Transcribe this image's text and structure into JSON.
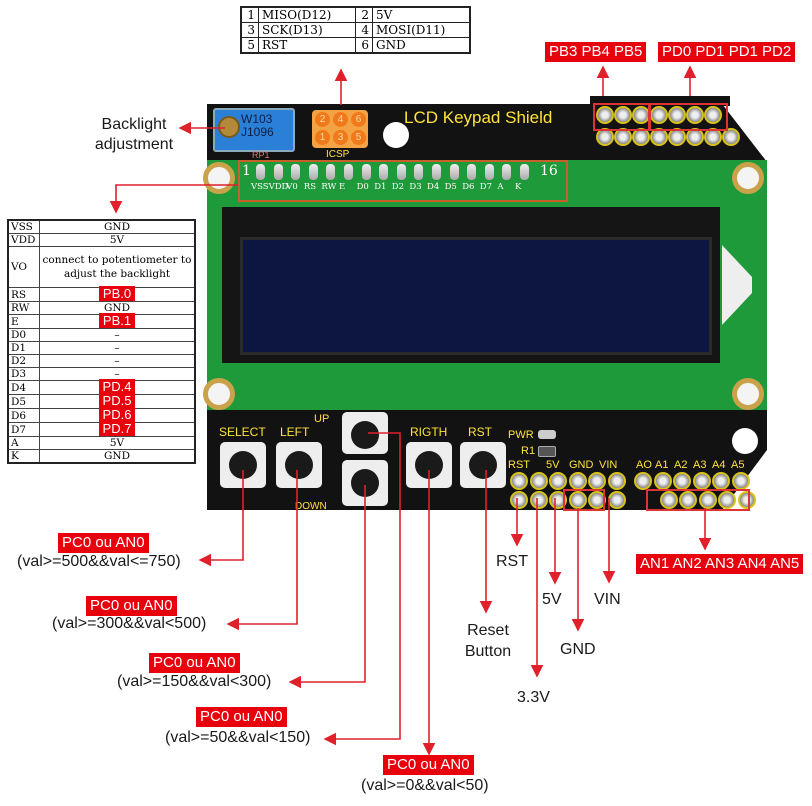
{
  "title": "LCD Keypad Shield",
  "icsp_table": {
    "rows": [
      [
        {
          "n": "1",
          "v": "MISO(D12)"
        },
        {
          "n": "2",
          "v": "5V"
        }
      ],
      [
        {
          "n": "3",
          "v": "SCK(D13)"
        },
        {
          "n": "4",
          "v": "MOSI(D11)"
        }
      ],
      [
        {
          "n": "5",
          "v": "RST"
        },
        {
          "n": "6",
          "v": "GND"
        }
      ]
    ]
  },
  "header_labels": {
    "pb": "PB3 PB4 PB5",
    "pd": "PD0 PD1 PD1 PD2"
  },
  "backlight": {
    "line1": "Backlight",
    "line2": "adjustment"
  },
  "lcd_pin_table": {
    "rows": [
      {
        "pin": "VSS",
        "value": "GND",
        "highlight": false
      },
      {
        "pin": "VDD",
        "value": "5V",
        "highlight": false
      },
      {
        "pin": "VO",
        "value": "connect to potentiometer to adjust the backlight",
        "highlight": false
      },
      {
        "pin": "RS",
        "value": "PB.0",
        "highlight": true
      },
      {
        "pin": "RW",
        "value": "GND",
        "highlight": false
      },
      {
        "pin": "E",
        "value": "PB.1",
        "highlight": true
      },
      {
        "pin": "D0",
        "value": "–",
        "highlight": false
      },
      {
        "pin": "D1",
        "value": "–",
        "highlight": false
      },
      {
        "pin": "D2",
        "value": "–",
        "highlight": false
      },
      {
        "pin": "D3",
        "value": "–",
        "highlight": false
      },
      {
        "pin": "D4",
        "value": "PD.4",
        "highlight": true
      },
      {
        "pin": "D5",
        "value": "PD.5",
        "highlight": true
      },
      {
        "pin": "D6",
        "value": "PD.6",
        "highlight": true
      },
      {
        "pin": "D7",
        "value": "PD.7",
        "highlight": true
      },
      {
        "pin": "A",
        "value": "5V",
        "highlight": false
      },
      {
        "pin": "K",
        "value": "GND",
        "highlight": false
      }
    ]
  },
  "board": {
    "pot_label": "W103\nJ1096",
    "rp1": "RP1",
    "icsp_label": "ICSP",
    "icsp_pins": [
      "2",
      "4",
      "6",
      "1",
      "3",
      "5"
    ],
    "lcd_header_start": "1",
    "lcd_header_end": "16",
    "lcd_header_pins": [
      "VSS",
      "VDD",
      "V0",
      "RS",
      "RW",
      "E",
      "D0",
      "D1",
      "D2",
      "D3",
      "D4",
      "D5",
      "D6",
      "D7",
      "A",
      "K"
    ],
    "buttons": [
      "SELECT",
      "LEFT",
      "UP",
      "DOWN",
      "RIGTH",
      "RST"
    ],
    "pwr": "PWR",
    "r1": "R1",
    "power_header": [
      "RST",
      "5V",
      "GND",
      "VIN"
    ],
    "analog_header": [
      "AO",
      "A1",
      "A2",
      "A3",
      "A4",
      "A5"
    ]
  },
  "callouts": {
    "select": {
      "tag": "PC0 ou AN0",
      "cond": "(val>=500&&val<=750)"
    },
    "left": {
      "tag": "PC0 ou AN0",
      "cond": "(val>=300&&val<500)"
    },
    "down": {
      "tag": "PC0 ou AN0",
      "cond": "(val>=150&&val<300)"
    },
    "up": {
      "tag": "PC0 ou AN0",
      "cond": "(val>=50&&val<150)"
    },
    "right": {
      "tag": "PC0 ou AN0",
      "cond": "(val>=0&&val<50)"
    },
    "rst": "RST",
    "reset_button": "Reset\nButton",
    "v5": "5V",
    "v33": "3.3V",
    "gnd": "GND",
    "vin": "VIN",
    "analog": "AN1 AN2 AN3 AN4 AN5"
  },
  "colors": {
    "accent_red": "#e8000d",
    "pcb_green": "#1f9a3a",
    "pcb_black": "#121212",
    "lcd_blue": "#0c1640",
    "silk_yellow": "#ffe23a"
  }
}
